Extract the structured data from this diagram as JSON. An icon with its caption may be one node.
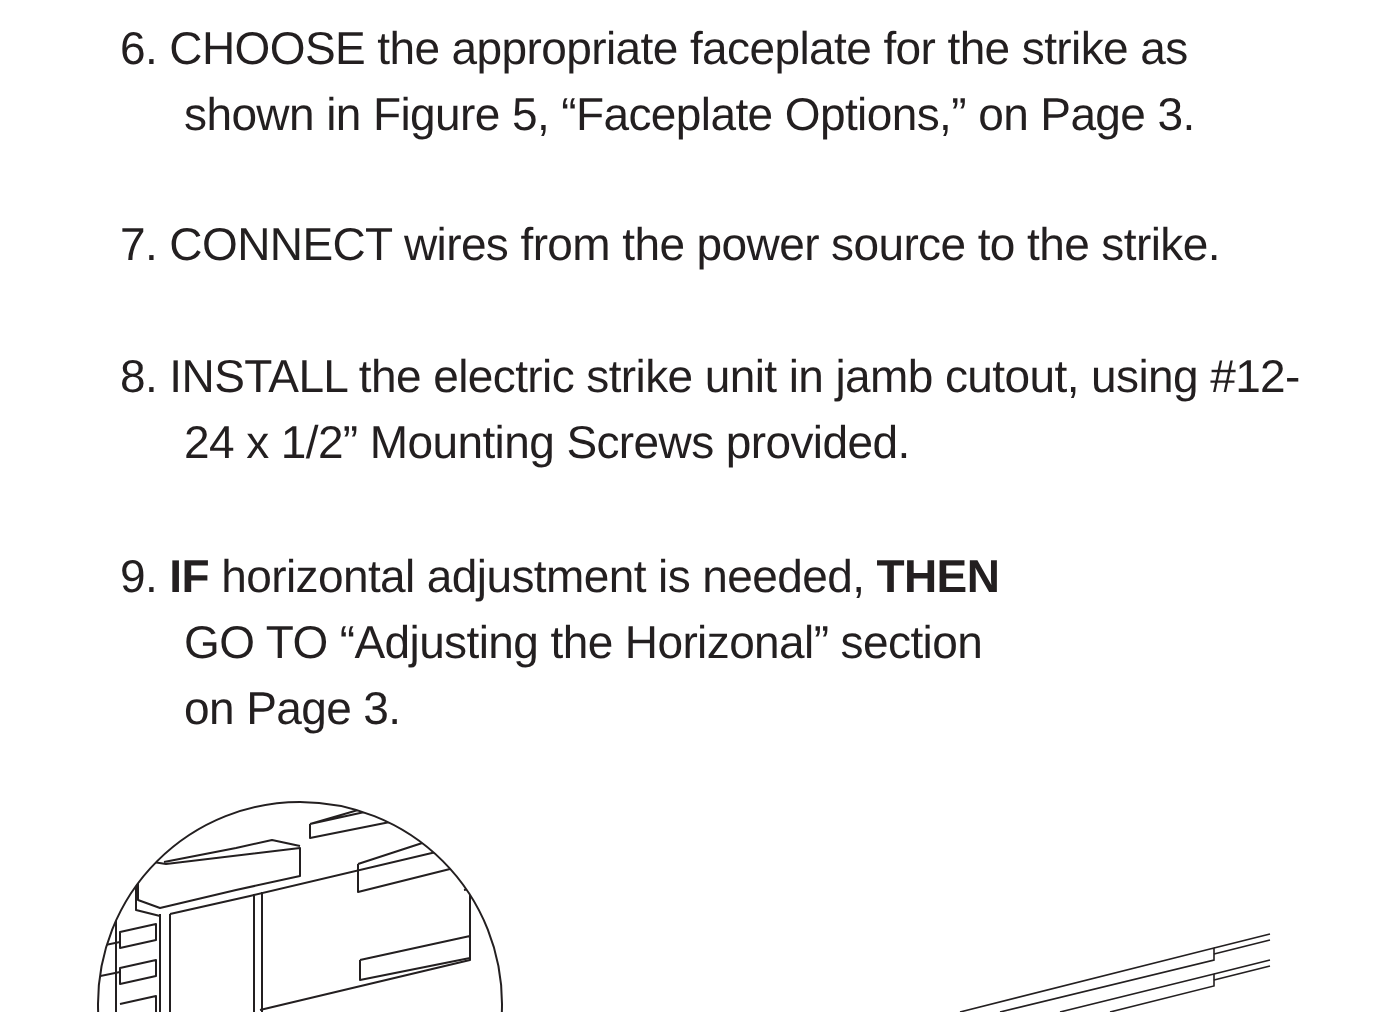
{
  "diagram": {
    "labels": [
      "6. CHOOSE the appropriate faceplate for the strike as shown in Figure 5, “Faceplate Options,” on Page 3.",
      "7. CONNECT wires from the power source to the strike.",
      "8. INSTALL the electric strike unit in jamb cutout, using #12-24 x 1/2” Mounting Screws provided.",
      "9. **IF** horizontal adjustment is needed, **THEN** GO TO “Adjusting the Horizonal” section on Page 3."
    ]
  }
}
